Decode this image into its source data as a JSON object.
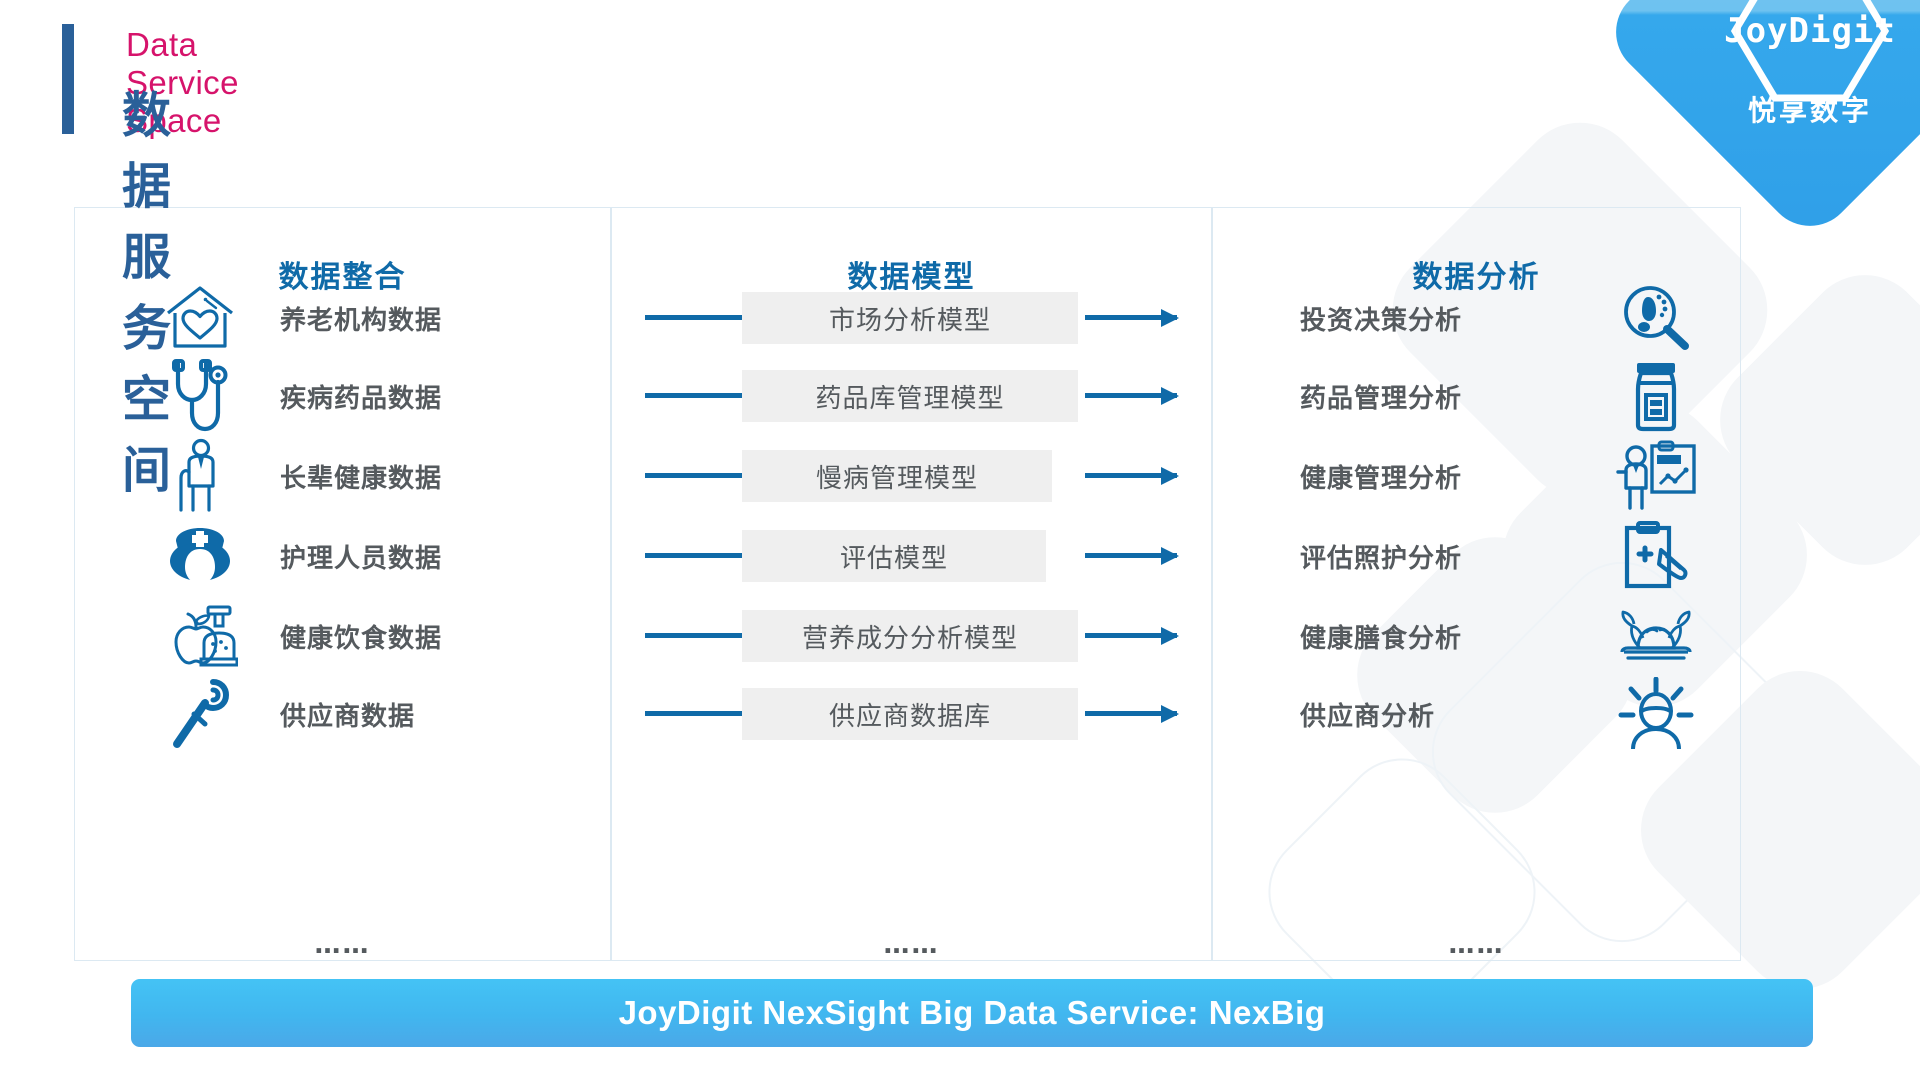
{
  "header": {
    "subtitle_en": "Data Service Space",
    "title_cn": "数据服务空间"
  },
  "logo": {
    "wordmark": "JoyDigit",
    "tagline_cn": "悦享数字",
    "hex_icon": "hexagon-outline-icon"
  },
  "columns": {
    "integration": {
      "title": "数据整合"
    },
    "model": {
      "title": "数据模型"
    },
    "analysis": {
      "title": "数据分析"
    }
  },
  "rows": [
    {
      "source_label": "养老机构数据",
      "source_icon": "house-heart-icon",
      "model_label": "市场分析模型",
      "analysis_label": "投资决策分析",
      "analysis_icon": "magnifier-footprint-icon"
    },
    {
      "source_label": "疾病药品数据",
      "source_icon": "stethoscope-icon",
      "model_label": "药品库管理模型",
      "analysis_label": "药品管理分析",
      "analysis_icon": "pill-bottle-icon"
    },
    {
      "source_label": "长辈健康数据",
      "source_icon": "elderly-person-cane-icon",
      "model_label": "慢病管理模型",
      "analysis_label": "健康管理分析",
      "analysis_icon": "doctor-presentation-chart-icon"
    },
    {
      "source_label": "护理人员数据",
      "source_icon": "nurse-icon",
      "model_label": "评估模型",
      "analysis_label": "评估照护分析",
      "analysis_icon": "clipboard-pen-icon"
    },
    {
      "source_label": "健康饮食数据",
      "source_icon": "apple-juicer-icon",
      "model_label": "营养成分分析模型",
      "analysis_label": "健康膳食分析",
      "analysis_icon": "food-platter-icon"
    },
    {
      "source_label": "供应商数据",
      "source_icon": "wrench-icon",
      "model_label": "供应商数据库",
      "analysis_label": "供应商分析",
      "analysis_icon": "person-rays-icon"
    }
  ],
  "ellipsis": {
    "integration": "……",
    "model": "……",
    "analysis": "……"
  },
  "banner": {
    "text": "JoyDigit NexSight Big Data Service: NexBig"
  },
  "colors": {
    "accent_blue": "#0f6aa8",
    "title_blue": "#2a6099",
    "magenta": "#d6136b",
    "label_gray": "#555a5e",
    "model_box_bg": "#efefef",
    "panel_border": "#dce9f2",
    "banner_from": "#44c3f5",
    "banner_to": "#4ba8e8"
  }
}
